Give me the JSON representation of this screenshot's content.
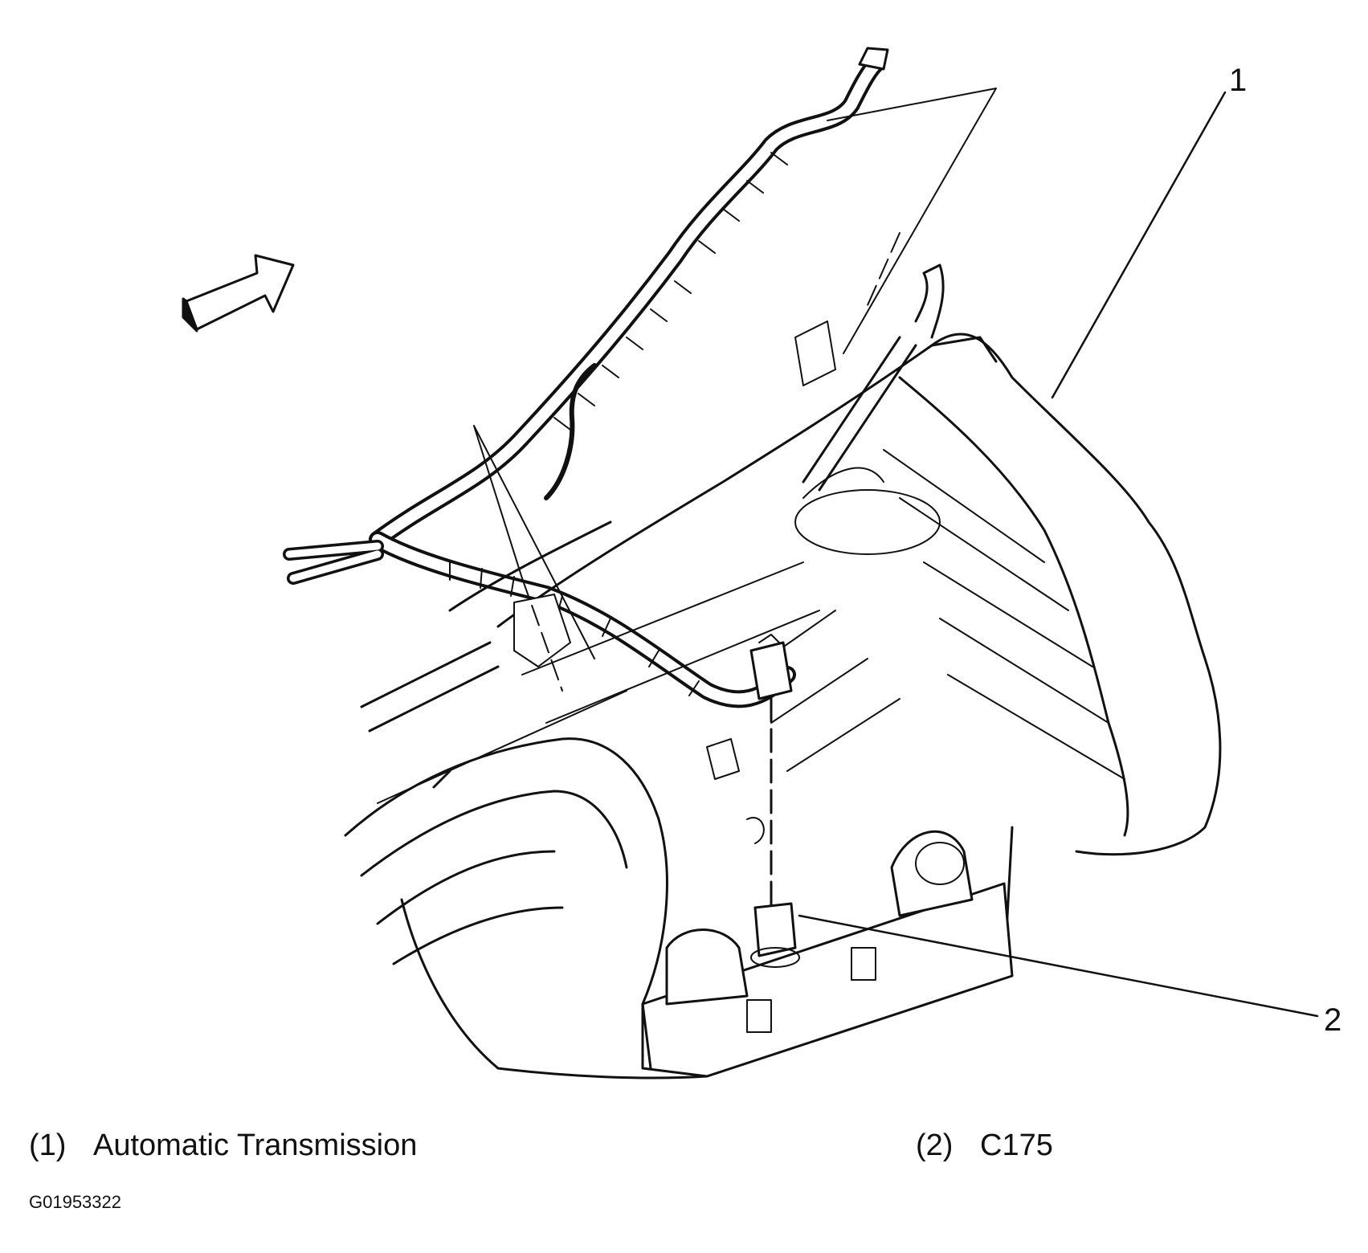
{
  "callouts": [
    {
      "number": "1",
      "label": "(1)",
      "text": "Automatic Transmission"
    },
    {
      "number": "2",
      "label": "(2)",
      "text": "C175"
    }
  ],
  "figure_id": "G01953322",
  "colors": {
    "line": "#111111",
    "background": "#ffffff"
  },
  "icons": [
    "direction-arrow-icon"
  ]
}
